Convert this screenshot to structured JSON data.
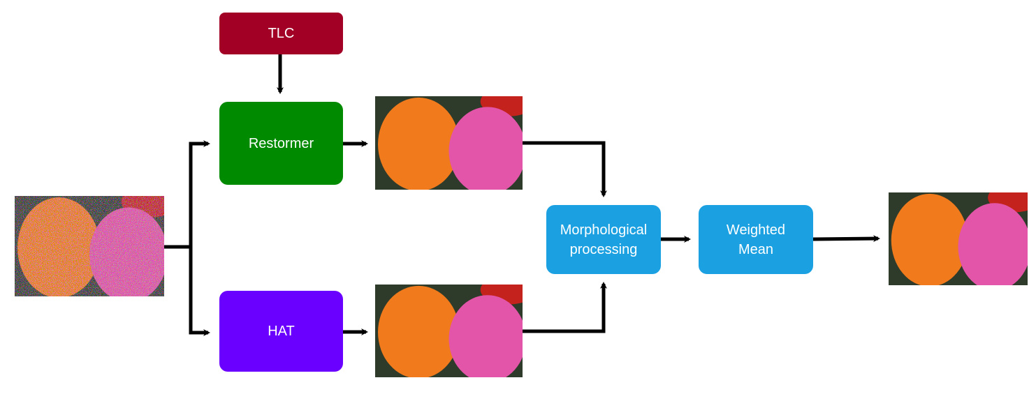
{
  "nodes": {
    "tlc": {
      "label": "TLC",
      "color": "#a20025"
    },
    "restormer": {
      "label": "Restormer",
      "color": "#008a00"
    },
    "hat": {
      "label": "HAT",
      "color": "#6a00ff"
    },
    "morph": {
      "label": "Morphological\nprocessing",
      "color": "#1ba1e2"
    },
    "wmean": {
      "label": "Weighted\nMean",
      "color": "#1ba1e2"
    }
  },
  "images": {
    "input": {
      "description": "noisy-yarn-balls-input"
    },
    "restormer_output": {
      "description": "restormer-denoised-yarn-balls"
    },
    "hat_output": {
      "description": "hat-denoised-yarn-balls"
    },
    "final_output": {
      "description": "final-yarn-balls-output"
    }
  },
  "colors": {
    "arrow": "#000000",
    "yarn_orange": "#f07a1a",
    "yarn_pink": "#e255a8",
    "yarn_red": "#c4201c",
    "background_dark": "#2f3a2a"
  }
}
